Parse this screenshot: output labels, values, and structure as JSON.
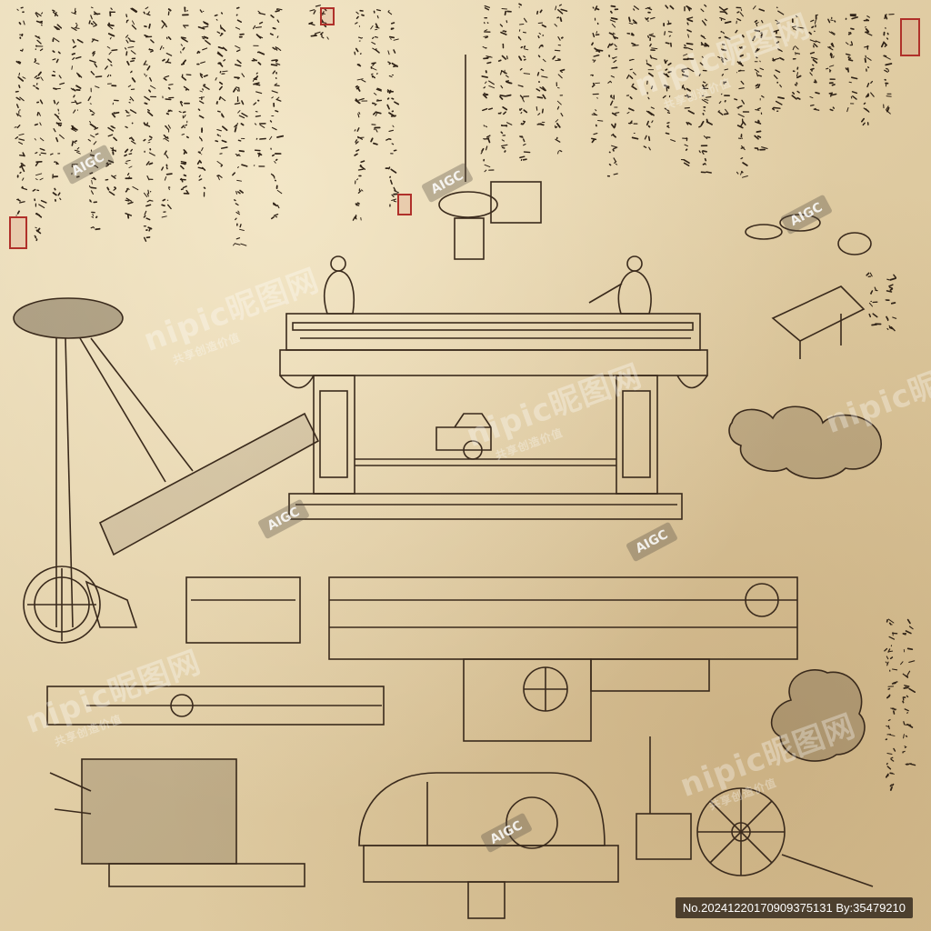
{
  "watermarks": {
    "brand": "nipic昵图网",
    "slogan": "共享创造价值",
    "ai_badge": "AIGC"
  },
  "footer": {
    "image_id": "No.20241220170909375131 By:35479210"
  },
  "colors": {
    "paper": "#e2cfa7",
    "ink": "#3a2a1c",
    "seal_red": "#b0302a"
  }
}
